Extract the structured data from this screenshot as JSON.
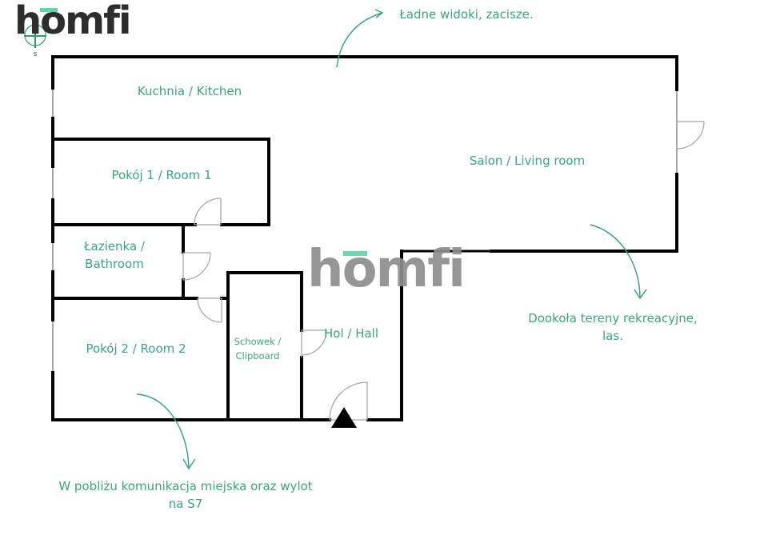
{
  "brand": {
    "logo_text": "homfi",
    "watermark_text": "homfi",
    "accent_color": "#5fd6a7",
    "logo_color": "#2d2d2d"
  },
  "compass": {
    "label": "S"
  },
  "rooms": [
    {
      "id": "kitchen",
      "label": "Kuchnia / Kitchen"
    },
    {
      "id": "room1",
      "label": "Pokój 1 / Room 1"
    },
    {
      "id": "living",
      "label": "Salon / Living room"
    },
    {
      "id": "bathroom",
      "label": "Łazienka / Bathroom"
    },
    {
      "id": "room2",
      "label": "Pokój 2 / Room 2"
    },
    {
      "id": "storage",
      "label": "Schowek / Clipboard"
    },
    {
      "id": "hall",
      "label": "Hol / Hall"
    }
  ],
  "annotations": [
    {
      "id": "views",
      "text": "Ładne widoki, zacisze."
    },
    {
      "id": "recreation",
      "text": "Dookoła tereny rekreacyjne, las."
    },
    {
      "id": "transport",
      "text": "W pobliżu komunikacja miejska oraz wylot na S7"
    }
  ],
  "colors": {
    "wall": "#000000",
    "window": "#8a8a8a",
    "door": "#a8a8a8",
    "label": "#3aa57f",
    "arrow": "#3aa57f"
  },
  "entrance_marker": "triangle"
}
